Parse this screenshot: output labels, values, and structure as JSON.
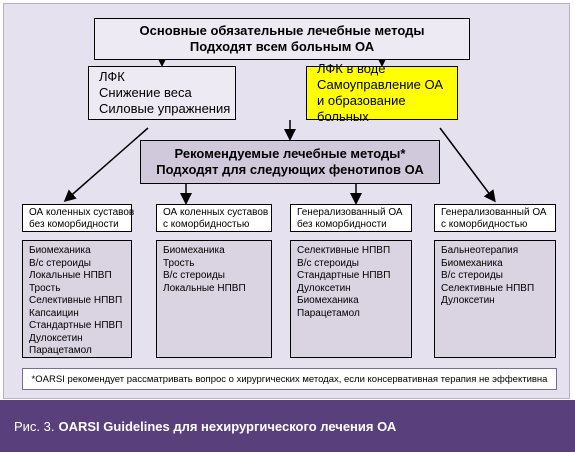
{
  "top": {
    "line1": "Основные обязательные лечебные методы",
    "line2": "Подходят всем больным ОА"
  },
  "lfk": {
    "line1": "ЛФК",
    "line2": "Снижение веса",
    "line3": "Силовые упражнения"
  },
  "water": {
    "line1": "ЛФК в воде",
    "line2": "Самоуправление ОА",
    "line3": "и образование больных",
    "color": "#ffff00"
  },
  "middle": {
    "line1": "Рекомендуемые лечебные методы*",
    "line2": "Подходят для следующих фенотипов ОА"
  },
  "columns": [
    {
      "cat1": "ОА коленных суставов",
      "cat2": "без коморбидности",
      "items": [
        "Биомеханика",
        "В/с стероиды",
        "Локальные НПВП",
        "Трость",
        "Селективные НПВП",
        "Капсаицин",
        "Стандартные НПВП",
        "Дулоксетин",
        "Парацетамол"
      ]
    },
    {
      "cat1": "ОА коленных суставов",
      "cat2": "с коморбидностью",
      "items": [
        "Биомеханика",
        "Трость",
        "В/с стероиды",
        "Локальные НПВП"
      ]
    },
    {
      "cat1": "Генерализованный ОА",
      "cat2": "без коморбидности",
      "items": [
        "Селективные НПВП",
        "В/с стероиды",
        "Стандартные НПВП",
        "Дулоксетин",
        "Биомеханика",
        "Парацетамол"
      ]
    },
    {
      "cat1": "Генерализованный ОА",
      "cat2": "с коморбидностью",
      "items": [
        "Бальнеотерапия",
        "Биомеханика",
        "В/с стероиды",
        "Селективные НПВП",
        "Дулоксетин"
      ]
    }
  ],
  "note": "*OARSI рекомендует рассматривать вопрос о хирургических методах, если консервативная терапия не эффективна",
  "caption": {
    "prefix": "Рис. 3.",
    "title": "OARSI Guidelines для нехирургического лечения ОА"
  }
}
